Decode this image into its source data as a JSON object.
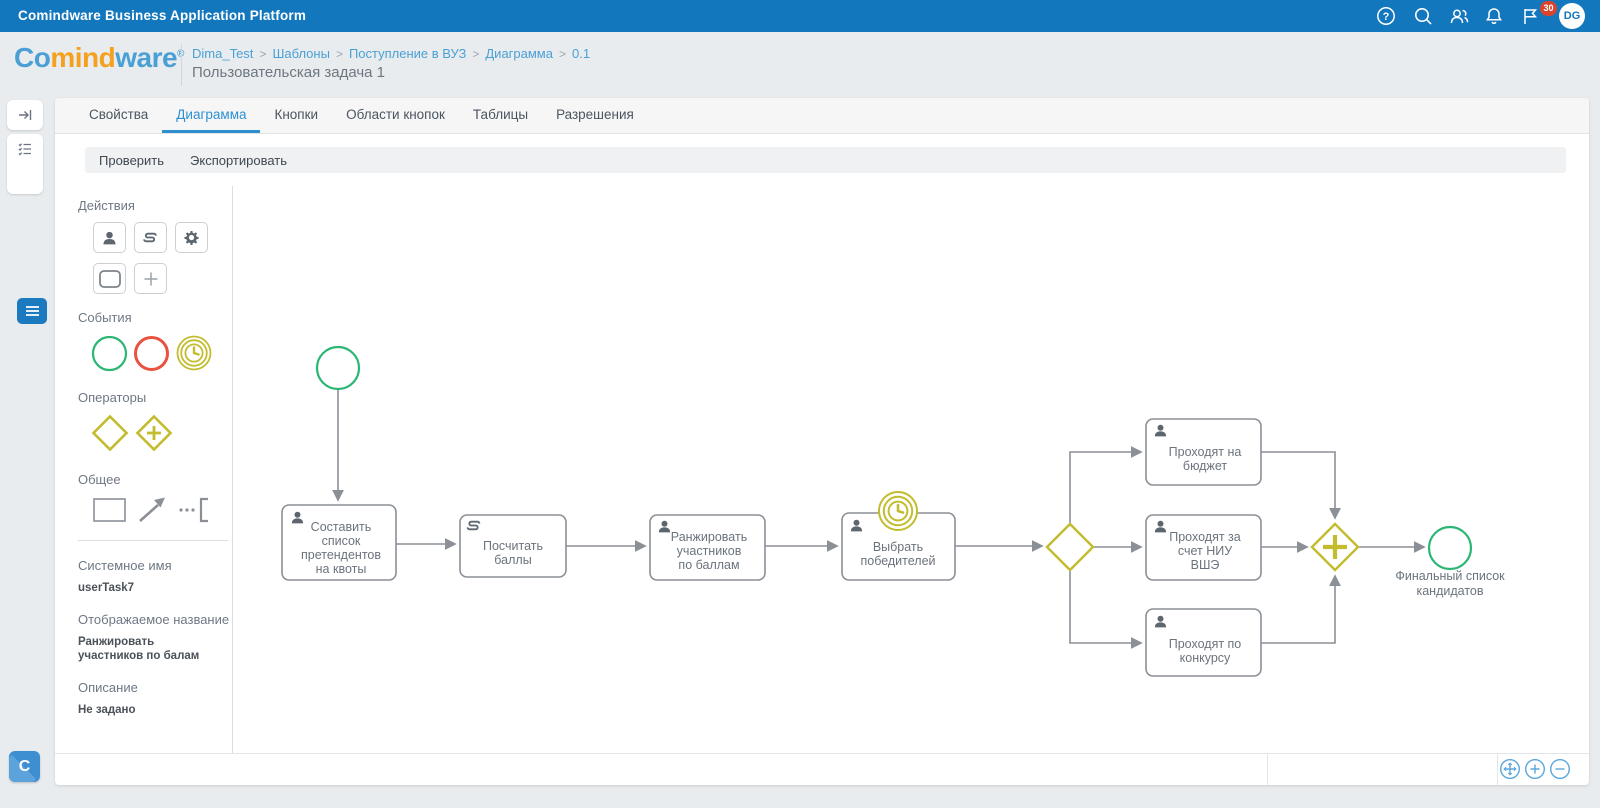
{
  "colors": {
    "topbar": "#1377be",
    "accent_blue": "#2e8fd0",
    "link_blue": "#4aa0d5",
    "logo_orange": "#f5a01e",
    "event_green": "#2bb673",
    "event_red": "#e8523f",
    "gateway_olive": "#c2bc2e",
    "node_stroke": "#8b9097",
    "badge_red": "#d9442f"
  },
  "topbar": {
    "title": "Comindware Business Application Platform",
    "help_glyph": "?",
    "badge_count": "30",
    "avatar": "DG"
  },
  "header": {
    "logo": {
      "p1": "Co",
      "p2": "mind",
      "p3": "ware",
      "reg": "®"
    },
    "breadcrumb": [
      "Dima_Test",
      "Шаблоны",
      "Поступление в ВУЗ",
      "Диаграмма",
      "0.1"
    ],
    "separator": ">",
    "page_title": "Пользовательская задача 1"
  },
  "tabs": [
    {
      "label": "Свойства"
    },
    {
      "label": "Диаграмма"
    },
    {
      "label": "Кнопки"
    },
    {
      "label": "Области кнопок"
    },
    {
      "label": "Таблицы"
    },
    {
      "label": "Разрешения"
    }
  ],
  "toolbar": {
    "verify_label": "Проверить",
    "export_label": "Экспортировать"
  },
  "palette": {
    "actions_title": "Действия",
    "events_title": "События",
    "operators_title": "Операторы",
    "common_title": "Общее"
  },
  "properties": {
    "system_name_label": "Системное имя",
    "system_name": "userTask7",
    "display_name_label": "Отображаемое название",
    "display_name": "Ранжировать участников по балам",
    "description_label": "Описание",
    "description": "Не задано"
  },
  "diagram": {
    "tasks": [
      {
        "id": "task-compose-list",
        "icon": "user",
        "lines": [
          "Составить",
          "список",
          "претендентов",
          "на квоты"
        ]
      },
      {
        "id": "task-count-scores",
        "icon": "script",
        "lines": [
          "Посчитать",
          "баллы"
        ]
      },
      {
        "id": "task-rank-participants",
        "icon": "user",
        "lines": [
          "Ранжировать",
          "участников",
          "по баллам"
        ]
      },
      {
        "id": "task-pick-winners",
        "icon": "user",
        "timer": true,
        "lines": [
          "Выбрать",
          "победителей"
        ]
      },
      {
        "id": "task-pass-budget",
        "icon": "user",
        "lines": [
          "Проходят на",
          "бюджет"
        ]
      },
      {
        "id": "task-pass-hse",
        "icon": "user",
        "lines": [
          "Проходят за",
          "счет НИУ",
          "ВШЭ"
        ]
      },
      {
        "id": "task-pass-contest",
        "icon": "user",
        "lines": [
          "Проходят по",
          "конкурсу"
        ]
      }
    ],
    "end_label_lines": [
      "Финальный список",
      "кандидатов"
    ],
    "logo_tile": "C"
  }
}
